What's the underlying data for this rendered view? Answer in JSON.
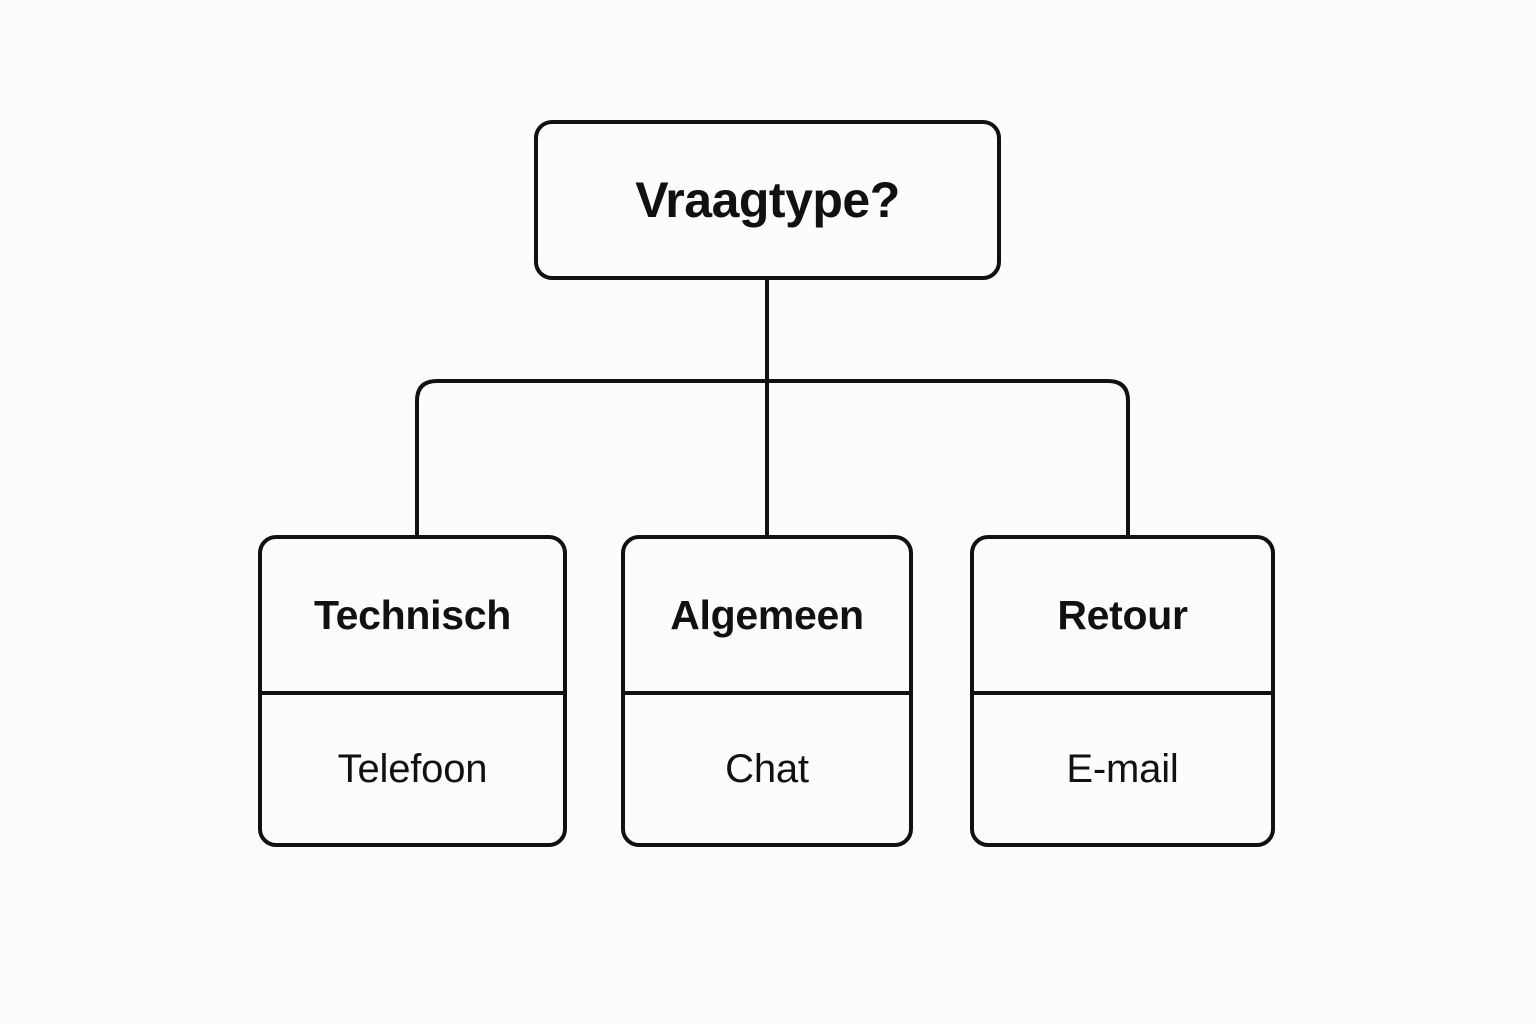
{
  "diagram": {
    "type": "decision-tree",
    "background_color": "#fdfcfa",
    "stroke_color": "#111111",
    "root": {
      "label": "Vraagtype?"
    },
    "children": [
      {
        "title": "Technisch",
        "value": "Telefoon"
      },
      {
        "title": "Algemeen",
        "value": "Chat"
      },
      {
        "title": "Retour",
        "value": "E-mail"
      }
    ]
  }
}
